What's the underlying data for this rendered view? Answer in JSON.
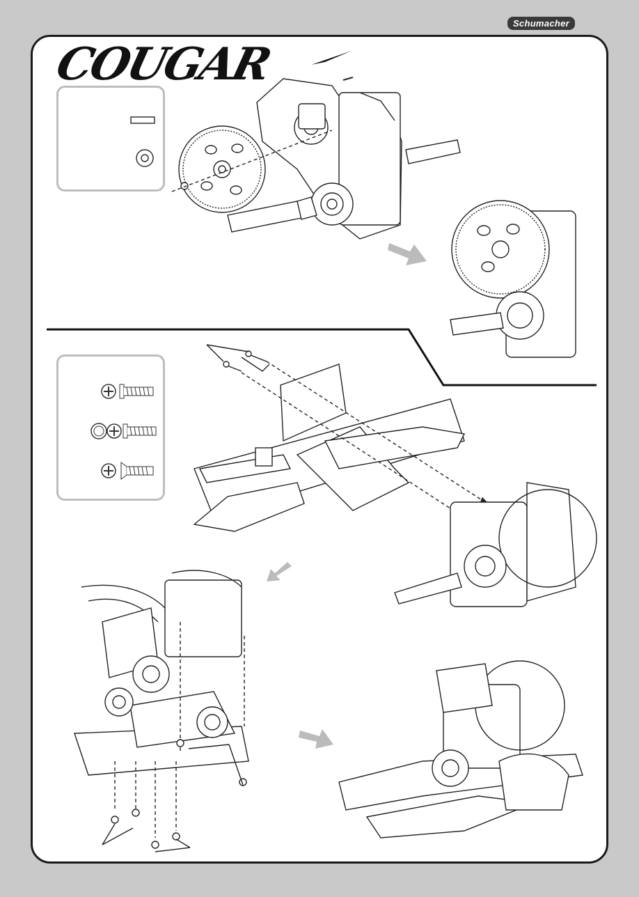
{
  "brand": {
    "name": "Schumacher"
  },
  "logo": {
    "text": "COUGAR"
  },
  "colors": {
    "background": "#c9c9c9",
    "panel": "#ffffff",
    "line": "#1a1a1a",
    "arrow": "#bbbbbb"
  },
  "legend_1": {
    "icons": [
      "spacer-bar-icon",
      "washer-icon"
    ]
  },
  "legend_2": {
    "icons": [
      "self-tapping-screw-icon",
      "long-screw-icon",
      "countersunk-screw-icon"
    ]
  },
  "steps": [
    {
      "name": "gear-install"
    },
    {
      "name": "gearbox-to-chassis"
    },
    {
      "name": "bumper-fit"
    }
  ]
}
